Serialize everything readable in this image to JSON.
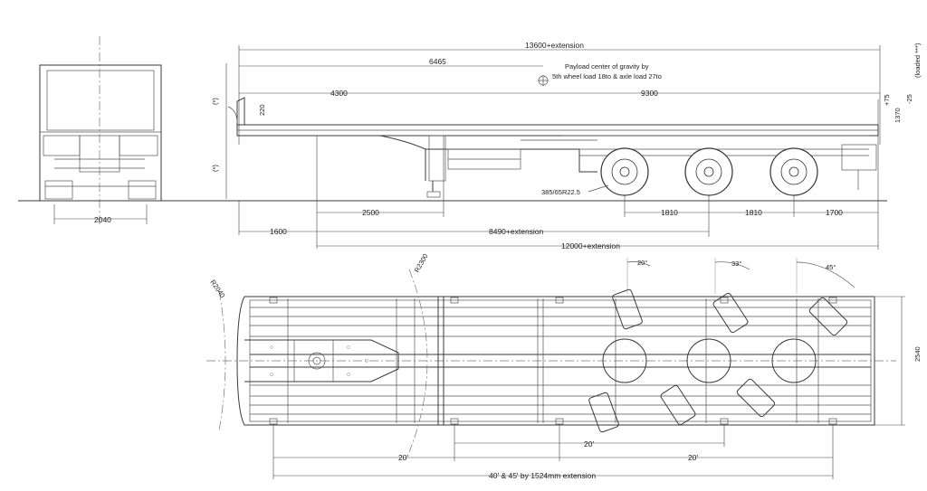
{
  "dimensions": {
    "overall_length": "13600+extension",
    "cog_distance": "6465",
    "payload_note_line1": "Payload center of gravity by",
    "payload_note_line2": "5th wheel load 18to & axle load 27to",
    "front_to_kingpin_zone": "4300",
    "rear_section": "9300",
    "marker_star_a": "(*)",
    "marker_star_b": "(*)",
    "height_220": "220",
    "deck_height": "1370",
    "deck_height_sup": "+75",
    "deck_height_sub": "-25",
    "deck_height_note": "(loaded ***)",
    "tyre_size": "385/65R22.5",
    "front_width": "2040",
    "kingpin_to_landing": "2500",
    "axle_spacing_1": "1810",
    "axle_spacing_2": "1810",
    "rear_overhang": "1700",
    "front_overhang": "1600",
    "kingpin_to_axle": "8490+extension",
    "kingpin_to_rear": "12000+extension",
    "radius_r2300": "R2300",
    "radius_r2040": "R2040",
    "steer_angle_20": "20°",
    "steer_angle_33": "33°",
    "steer_angle_45": "45°",
    "overall_width": "2540",
    "twistlock_20_front": "20'",
    "twistlock_20_mid": "20'",
    "twistlock_20_rear": "20'",
    "twistlock_40_45": "40' & 45' by 1524mm extension"
  },
  "colors": {
    "line": "#3a3a3a",
    "background": "#ffffff"
  }
}
